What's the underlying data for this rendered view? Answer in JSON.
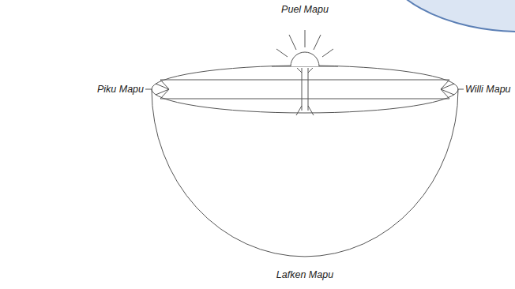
{
  "diagram": {
    "labels": [
      "Puel Mapu",
      "Piku Mapu",
      "Willi Mapu",
      "Lafken Mapu"
    ]
  }
}
